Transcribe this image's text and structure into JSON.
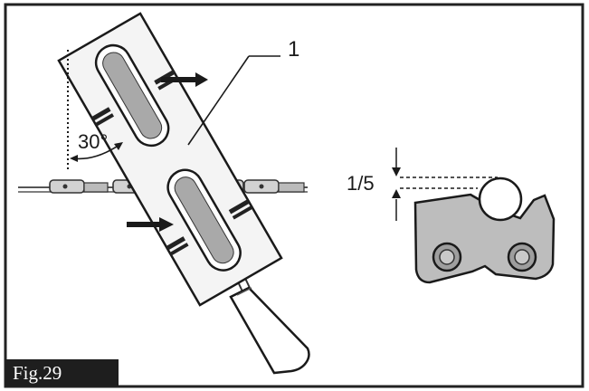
{
  "figure": {
    "tag": "Fig.29",
    "callout_number": "1",
    "angle_label": "30°",
    "depth_label": "1/5"
  },
  "colors": {
    "frame": "#222222",
    "tag_background": "#1e1e1e",
    "tag_text": "#ffffff",
    "guide_fill": "#f4f4f4",
    "slot_fill": "#a9a9a9",
    "tooth_fill": "#bdbdbd",
    "chain_fill": "#d2d2d2"
  },
  "icons": {
    "left_arrows": "arrow-right-icon",
    "depth_markers": "arrow-down-icon"
  }
}
